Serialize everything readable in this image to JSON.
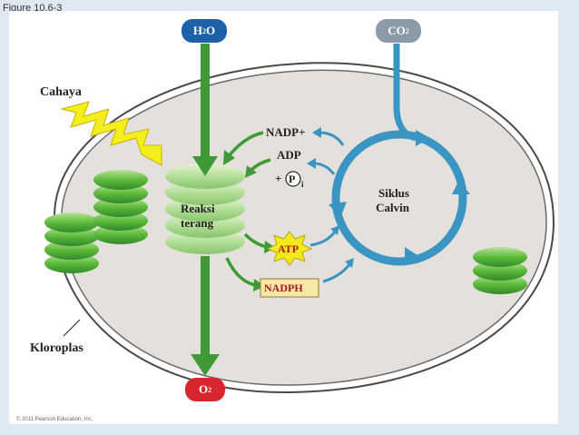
{
  "figure_label": "Figure 10.6-3",
  "copyright": "© 2011 Pearson Education, Inc.",
  "inputs": {
    "water": {
      "main": "H",
      "sub": "2",
      "tail": "O"
    },
    "co2": {
      "main": "CO",
      "sub": "2"
    }
  },
  "output": {
    "main": "O",
    "sub": "2"
  },
  "labels": {
    "light": "Cahaya",
    "chloroplast": "Kloroplas",
    "light_reactions": [
      "Reaksi",
      "terang"
    ],
    "calvin": [
      "Siklus",
      "Calvin"
    ],
    "nadp_plus": "NADP+",
    "adp": "ADP",
    "pi_prefix": "+",
    "pi_letter": "P",
    "pi_sub": "i",
    "atp": "ATP",
    "nadph": "NADPH"
  },
  "colors": {
    "water_pill": "#1d61a8",
    "co2_pill": "#8a9aa7",
    "o2_pill": "#d8262e",
    "green_arrow": "#3f9a35",
    "calvin_blue": "#3a95c2",
    "atp_star": "#f2ea1b",
    "nadph_box": "#f7e8a6"
  }
}
